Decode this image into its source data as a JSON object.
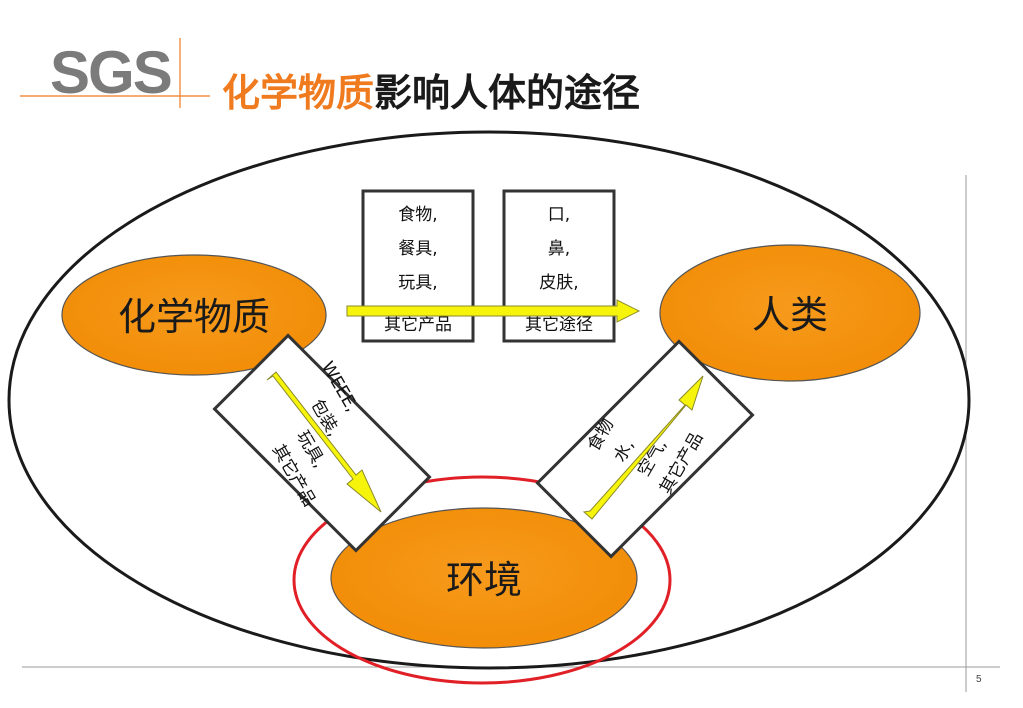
{
  "logo": {
    "text": "SGS",
    "color": "#7b7b7b"
  },
  "title": {
    "highlight": "化学物质",
    "rest": "影响人体的途径",
    "highlight_color": "#f07a1e"
  },
  "nodes": {
    "chemical": "化学物质",
    "human": "人类",
    "environment": "环境"
  },
  "colors": {
    "node_fill": "#f5920a",
    "arrow_fill": "#f7f40c",
    "highlight_ring": "#e01f26"
  },
  "box_exposure": [
    "食物,",
    "餐具,",
    "玩具,",
    "其它产品"
  ],
  "box_route": [
    "口,",
    "鼻,",
    "皮肤,",
    "其它途径"
  ],
  "box_release": [
    "WEEE,",
    "包装,",
    "玩具,",
    "其它产品"
  ],
  "box_intake": [
    "食物",
    "水,",
    "空气,",
    "其它产品"
  ],
  "page_number": "5"
}
